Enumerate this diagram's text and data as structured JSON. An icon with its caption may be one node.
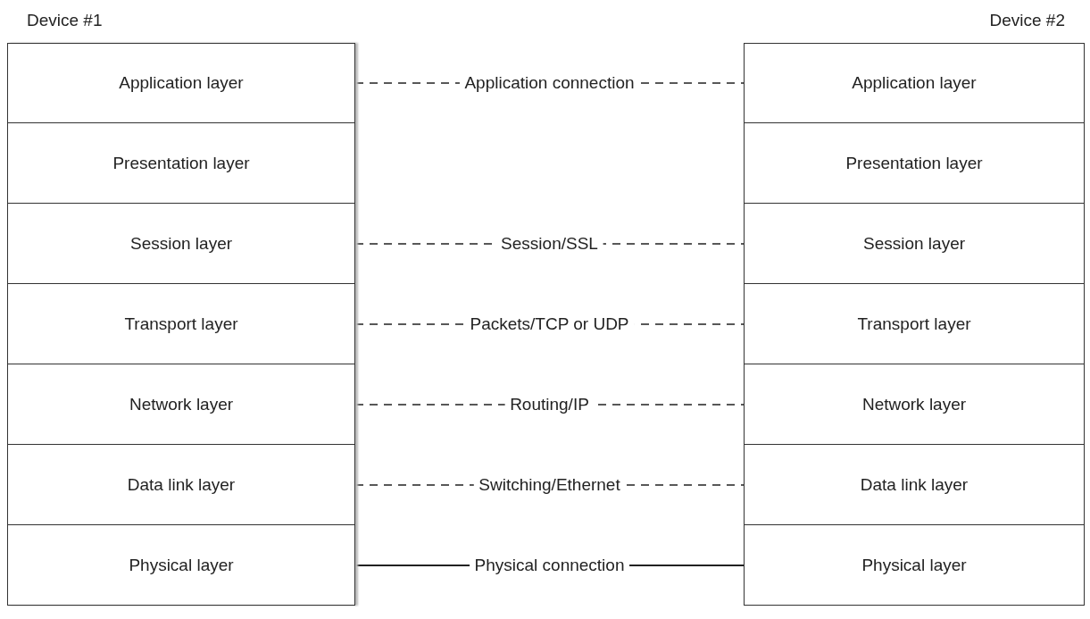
{
  "diagram": {
    "nodes": [
      {
        "text": [
          "Device #1"
        ]
      },
      {
        "text": [
          "Application layer"
        ],
        "in": 0
      },
      {
        "text": [
          "Presentation layer"
        ],
        "in": 0
      },
      {
        "text": [
          "Session layer"
        ],
        "in": 0
      },
      {
        "text": [
          "Transport layer"
        ],
        "in": 0
      },
      {
        "text": [
          "Network layer"
        ],
        "in": 0
      },
      {
        "text": [
          "Data link layer"
        ],
        "in": 0
      },
      {
        "text": [
          "Physical layer"
        ],
        "in": 0
      },
      {
        "text": [
          "Device #2"
        ]
      },
      {
        "text": [
          "Application layer"
        ],
        "in": 8
      },
      {
        "text": [
          "Presentation layer"
        ],
        "in": 8
      },
      {
        "text": [
          "Session layer"
        ],
        "in": 8
      },
      {
        "text": [
          "Transport layer"
        ],
        "in": 8
      },
      {
        "text": [
          "Network layer"
        ],
        "in": 8
      },
      {
        "text": [
          "Data link layer"
        ],
        "in": 8
      },
      {
        "text": [
          "Physical layer"
        ],
        "in": 8
      }
    ],
    "edges": [
      {
        "from": 1,
        "to": 9,
        "arrow": "none",
        "label": "Application connection",
        "style": "dashed"
      },
      {
        "from": 3,
        "to": 11,
        "arrow": "none",
        "label": "Session/SSL",
        "style": "dashed"
      },
      {
        "from": 4,
        "to": 12,
        "arrow": "none",
        "label": "Packets/TCP or UDP",
        "style": "dashed"
      },
      {
        "from": 5,
        "to": 13,
        "arrow": "none",
        "label": "Routing/IP",
        "style": "dashed"
      },
      {
        "from": 6,
        "to": 14,
        "arrow": "none",
        "label": "Switching/Ethernet",
        "style": "dashed"
      },
      {
        "from": 7,
        "to": 15,
        "arrow": "none",
        "label": "Physical connection"
      }
    ]
  }
}
